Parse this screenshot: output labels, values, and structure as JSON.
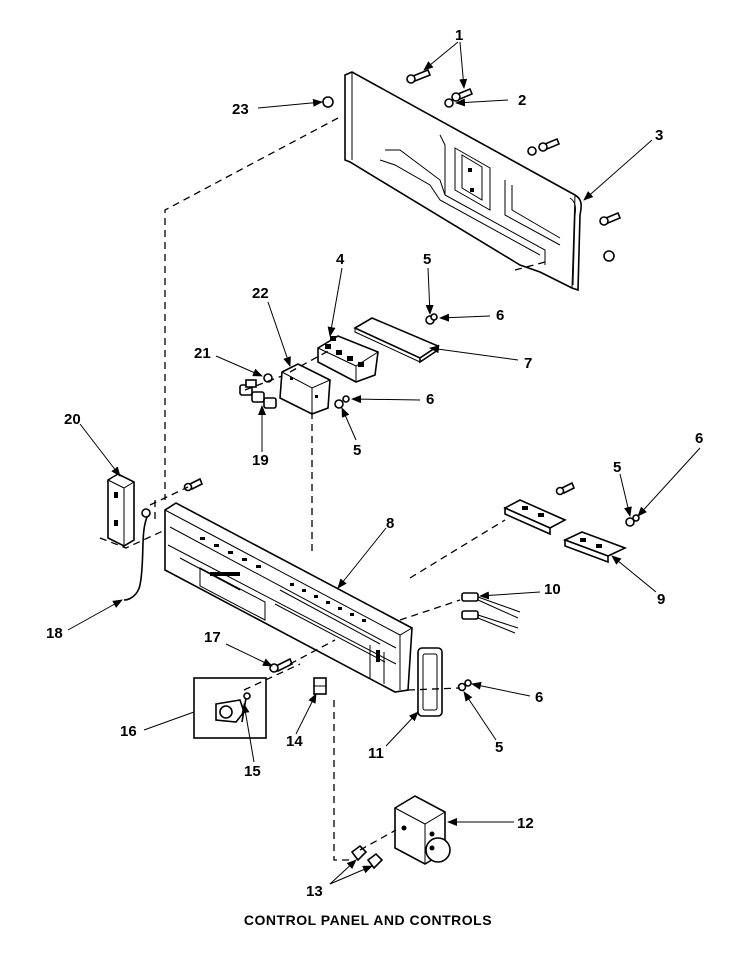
{
  "caption": "CONTROL PANEL AND CONTROLS",
  "callouts": [
    {
      "id": "c1",
      "label": "1"
    },
    {
      "id": "c2",
      "label": "2"
    },
    {
      "id": "c3",
      "label": "3"
    },
    {
      "id": "c4",
      "label": "4"
    },
    {
      "id": "c5a",
      "label": "5"
    },
    {
      "id": "c5b",
      "label": "5"
    },
    {
      "id": "c5c",
      "label": "5"
    },
    {
      "id": "c5d",
      "label": "5"
    },
    {
      "id": "c6a",
      "label": "6"
    },
    {
      "id": "c6b",
      "label": "6"
    },
    {
      "id": "c6c",
      "label": "6"
    },
    {
      "id": "c6d",
      "label": "6"
    },
    {
      "id": "c7",
      "label": "7"
    },
    {
      "id": "c8",
      "label": "8"
    },
    {
      "id": "c9",
      "label": "9"
    },
    {
      "id": "c10",
      "label": "10"
    },
    {
      "id": "c11",
      "label": "11"
    },
    {
      "id": "c12",
      "label": "12"
    },
    {
      "id": "c13",
      "label": "13"
    },
    {
      "id": "c14",
      "label": "14"
    },
    {
      "id": "c15",
      "label": "15"
    },
    {
      "id": "c16",
      "label": "16"
    },
    {
      "id": "c17",
      "label": "17"
    },
    {
      "id": "c18",
      "label": "18"
    },
    {
      "id": "c19",
      "label": "19"
    },
    {
      "id": "c20",
      "label": "20"
    },
    {
      "id": "c21",
      "label": "21"
    },
    {
      "id": "c22",
      "label": "22"
    },
    {
      "id": "c23",
      "label": "23"
    }
  ]
}
